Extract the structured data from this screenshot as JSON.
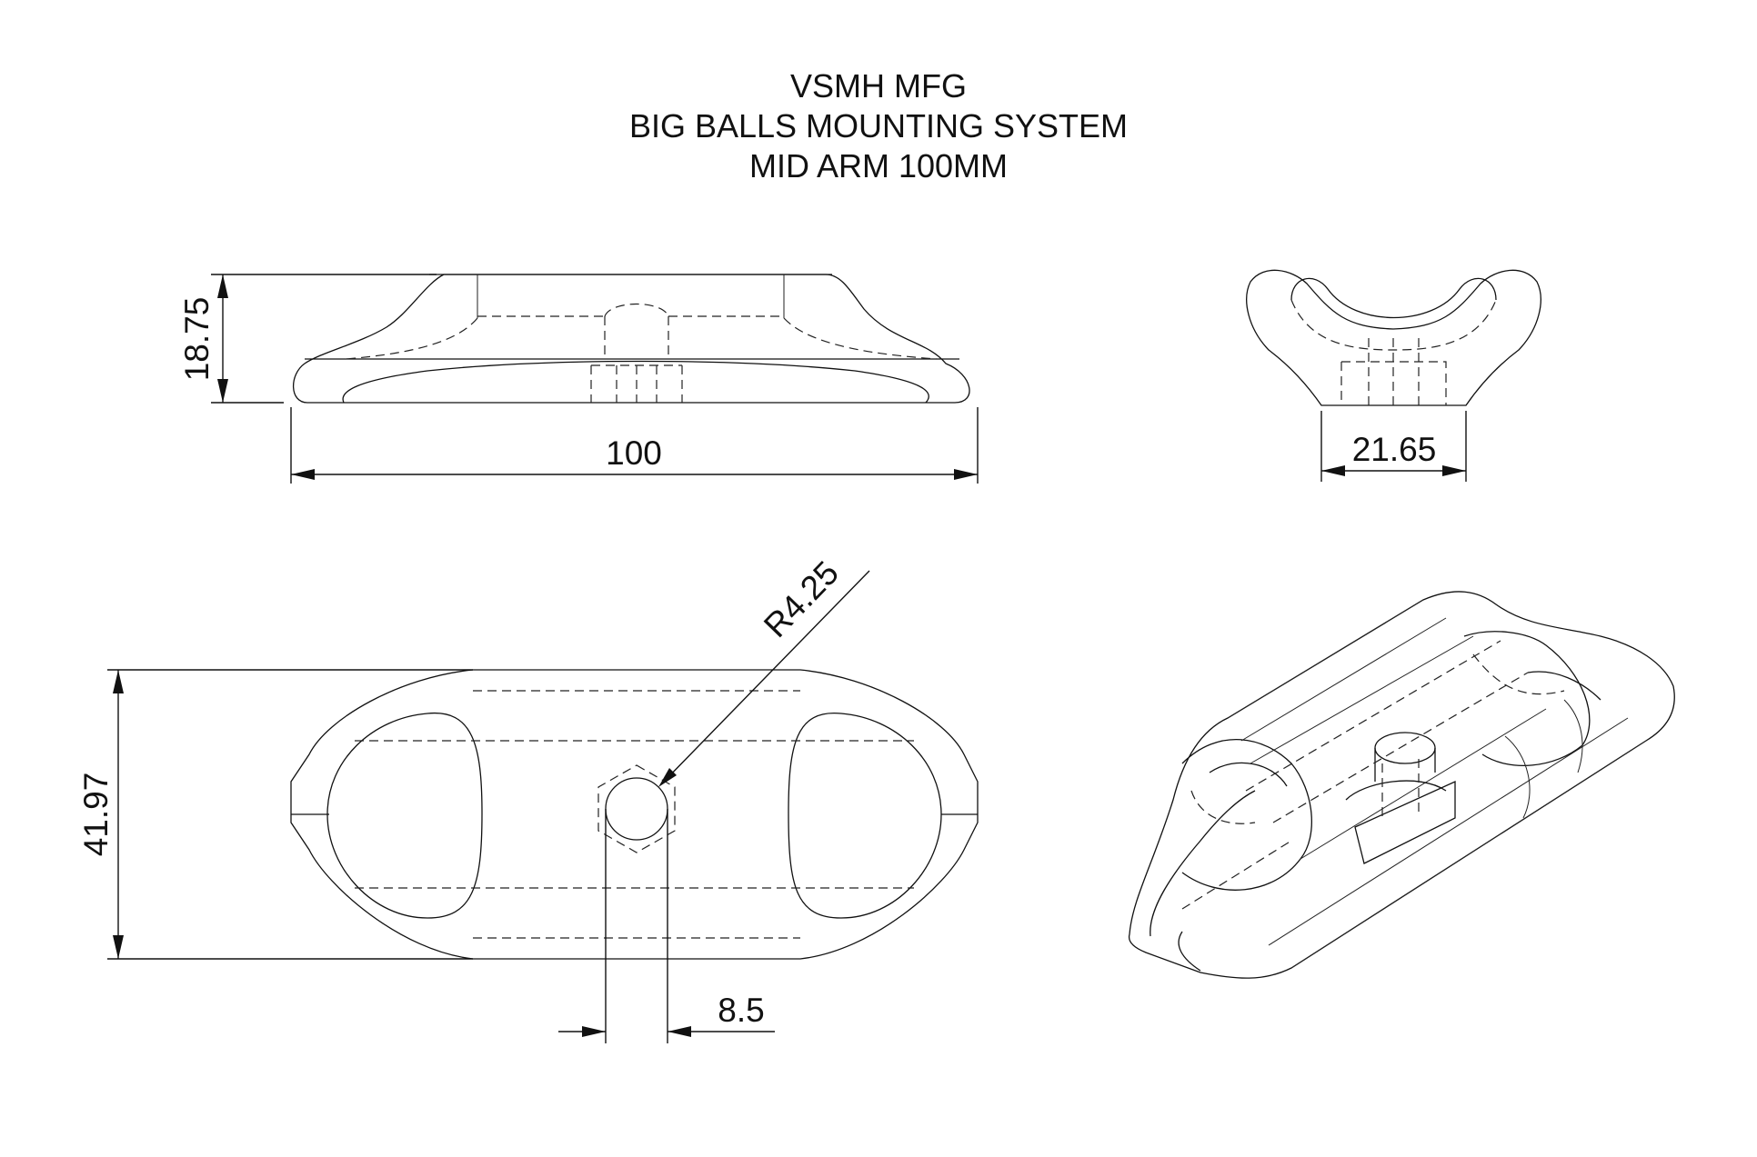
{
  "title": {
    "line1": "VSMH MFG",
    "line2": "BIG BALLS MOUNTING SYSTEM",
    "line3": "MID ARM 100MM"
  },
  "dimensions": {
    "height": "18.75",
    "length": "100",
    "end_width": "21.65",
    "radius": "R4.25",
    "plan_width": "41.97",
    "hole_dia": "8.5"
  }
}
